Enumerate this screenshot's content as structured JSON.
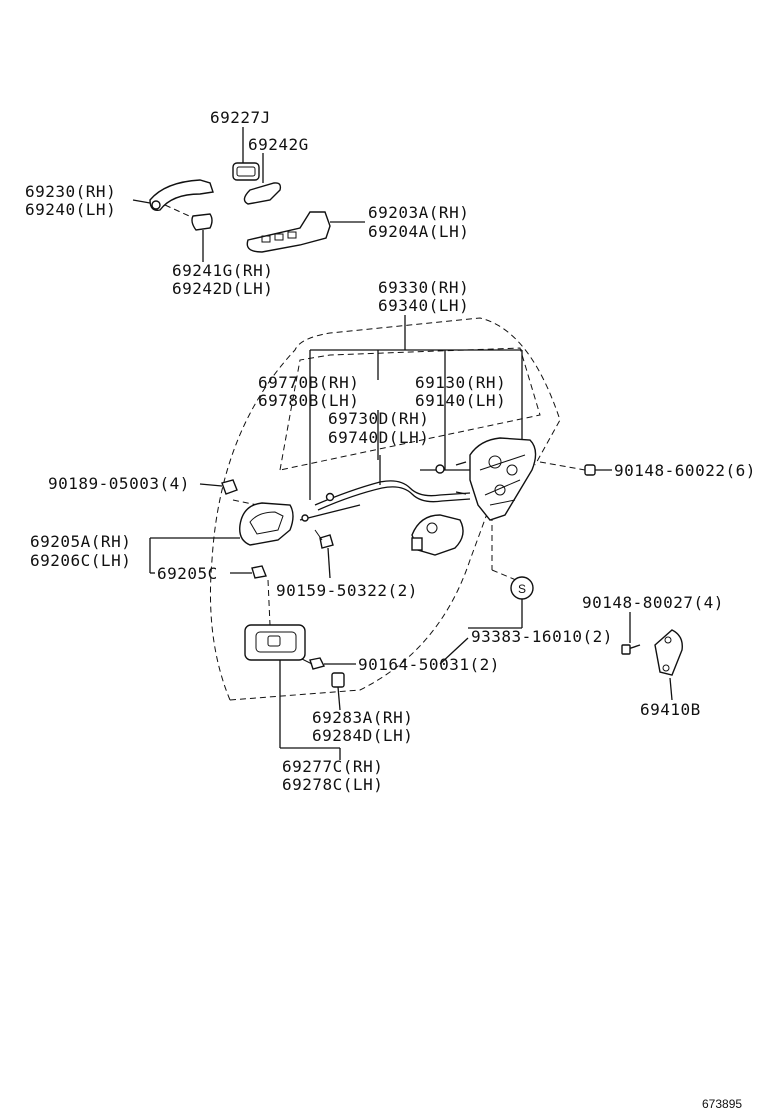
{
  "labels": {
    "p69227J": "69227J",
    "p69242G": "69242G",
    "p69230": "69230(RH)",
    "p69240": "69240(LH)",
    "p69203A": "69203A(RH)",
    "p69204A": "69204A(LH)",
    "p69241G": "69241G(RH)",
    "p69242D": "69242D(LH)",
    "p69330": "69330(RH)",
    "p69340": "69340(LH)",
    "p69770B": "69770B(RH)",
    "p69780B": "69780B(LH)",
    "p69130": "69130(RH)",
    "p69140": "69140(LH)",
    "p69730D": "69730D(RH)",
    "p69740D": "69740D(LH)",
    "p90189": "90189-05003(4)",
    "p90148_60022": "90148-60022(6)",
    "p69205A": "69205A(RH)",
    "p69206C": "69206C(LH)",
    "p69205C": "69205C",
    "p90159": "90159-50322(2)",
    "pS": "S",
    "p90148_80027": "90148-80027(4)",
    "p93383": "93383-16010(2)",
    "p90164": "90164-50031(2)",
    "p69410B": "69410B",
    "p69283A": "69283A(RH)",
    "p69284D": "69284D(LH)",
    "p69277C": "69277C(RH)",
    "p69278C": "69278C(LH)",
    "diagram_id": "673895"
  }
}
